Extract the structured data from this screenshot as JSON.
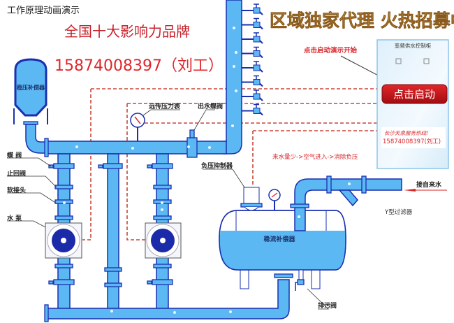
{
  "header": {
    "title": "工作原理动画演示",
    "brand": "全国十大影响力品牌",
    "phone": "15874008397（刘工）",
    "agent_banner": "区域独家代理  火热招募中..."
  },
  "labels": {
    "top_tank": "稳压补偿器",
    "butterfly_valve": "蝶  阀",
    "check_valve": "止回阀",
    "soft_joint": "软接头",
    "pump": "水  泵",
    "remote_gauge": "远传压力表",
    "outlet_valve": "出水蝶阀",
    "negative_pressure_suppressor": "负压抑制器",
    "flow_tank": "稳流补偿器",
    "tap_water": "接自来水",
    "y_filter": "Y型过滤器",
    "drain_valve": "排污阀",
    "process_note": "来水量少->空气进入->消除负压",
    "start_hint": "点击启动演示开始"
  },
  "cabinet": {
    "title": "变频供水控制柜",
    "start_button": "点击启动",
    "hotline": "长沙天泉服务热线!",
    "hotline_phone": "15874008397(刘工)"
  },
  "colors": {
    "water": "#5cb8f2",
    "pipe_outline": "#1a2fb0",
    "accent_red": "#d9262b",
    "banner_gold": "#d9a04a"
  }
}
